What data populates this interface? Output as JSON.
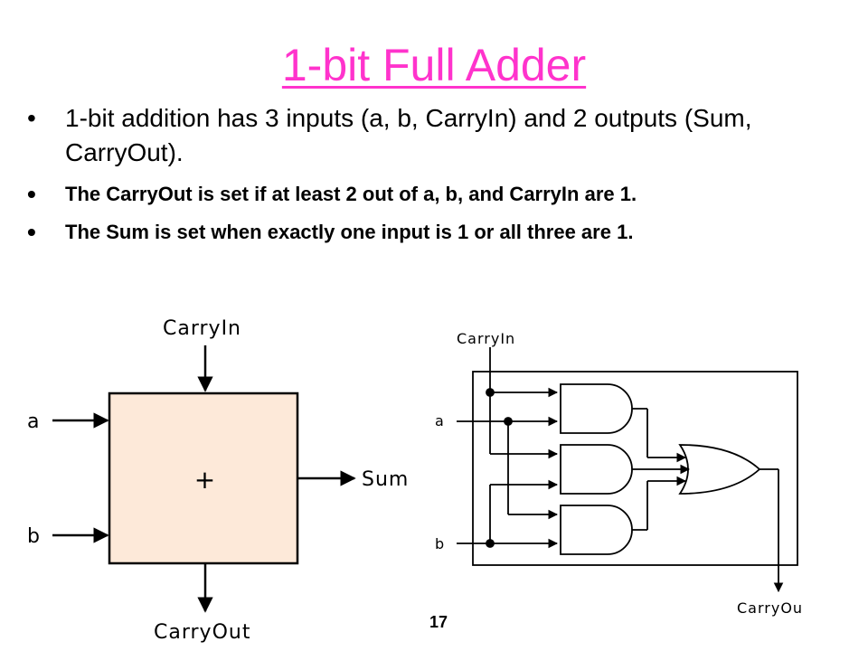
{
  "slide": {
    "title": "1-bit Full Adder",
    "bullets": [
      "1-bit addition has 3 inputs (a, b, CarryIn) and 2 outputs (Sum, CarryOut).",
      "The CarryOut is set if at least 2 out of a, b, and CarryIn are 1.",
      "The Sum is set when exactly one input is 1 or all three are 1."
    ],
    "page_number": "17",
    "colors": {
      "title": "#ff33cc",
      "adder_box_fill": "#fde9d9"
    }
  },
  "block_diagram": {
    "carry_in_label": "CarryIn",
    "input_a_label": "a",
    "input_b_label": "b",
    "operator_symbol": "+",
    "sum_label": "Sum",
    "carry_out_label": "CarryOut"
  },
  "gate_diagram": {
    "carry_in_label": "CarryIn",
    "input_a_label": "a",
    "input_b_label": "b",
    "carry_out_label": "CarryOu"
  }
}
